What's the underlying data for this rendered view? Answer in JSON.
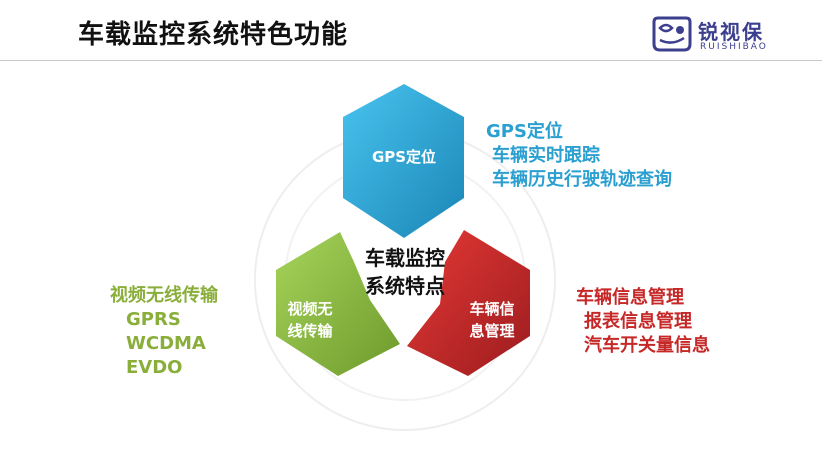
{
  "header": {
    "title": "车载监控系统特色功能"
  },
  "logo": {
    "name_cn": "锐视保",
    "name_en": "RUISHIBAO",
    "icon": "logo-mark-icon"
  },
  "diagram": {
    "center": {
      "line1": "车载监控",
      "line2": "系统特点"
    },
    "modules": [
      {
        "label_line1": "GPS定位",
        "color": "#29a3d4",
        "heading": "GPS定位",
        "items": [
          "车辆实时跟踪",
          "车辆历史行驶轨迹查询"
        ]
      },
      {
        "label_line1": "车辆信",
        "label_line2": "息管理",
        "color": "#c8242a",
        "heading": "车辆信息管理",
        "items": [
          "报表信息管理",
          "汽车开关量信息"
        ]
      },
      {
        "label_line1": "视频无",
        "label_line2": "线传输",
        "color": "#8cbf3f",
        "heading": "视频无线传输",
        "items": [
          "GPRS",
          "WCDMA",
          "EVDO"
        ]
      }
    ]
  }
}
